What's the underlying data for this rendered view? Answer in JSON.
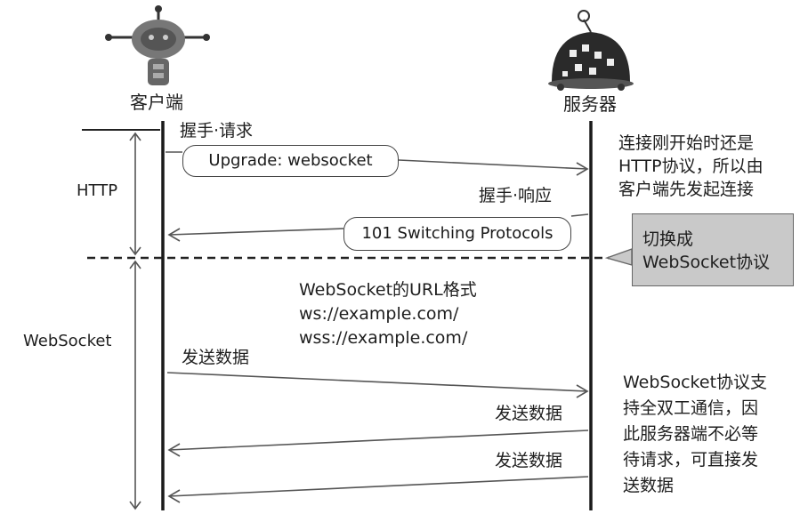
{
  "actors": {
    "client_label": "客户端",
    "server_label": "服务器"
  },
  "phases": {
    "http_label": "HTTP",
    "websocket_label": "WebSocket"
  },
  "handshake": {
    "request_label": "握手·请求",
    "request_message": "Upgrade: websocket",
    "response_label": "握手·响应",
    "response_message": "101 Switching Protocols"
  },
  "notes": {
    "http_note": [
      "连接刚开始时还是",
      "HTTP协议，所以由",
      "客户端先发起连接"
    ],
    "switch_callout": [
      "切换成",
      "WebSocket协议"
    ],
    "url_format": [
      "WebSocket的URL格式",
      "ws://example.com/",
      "wss://example.com/"
    ],
    "duplex_note": [
      "WebSocket协议支",
      "持全双工通信，因",
      "此服务器端不必等",
      "待请求，可直接发",
      "送数据"
    ]
  },
  "data_transfer": {
    "client_send": "发送数据",
    "server_send_1": "发送数据",
    "server_send_2": "发送数据"
  },
  "colors": {
    "line": "#1a1a1a",
    "arrow": "#555555",
    "callout_fill": "#c9c9c9",
    "robot_body": "#6e6e6e",
    "server_shell": "#2a2a2a"
  }
}
